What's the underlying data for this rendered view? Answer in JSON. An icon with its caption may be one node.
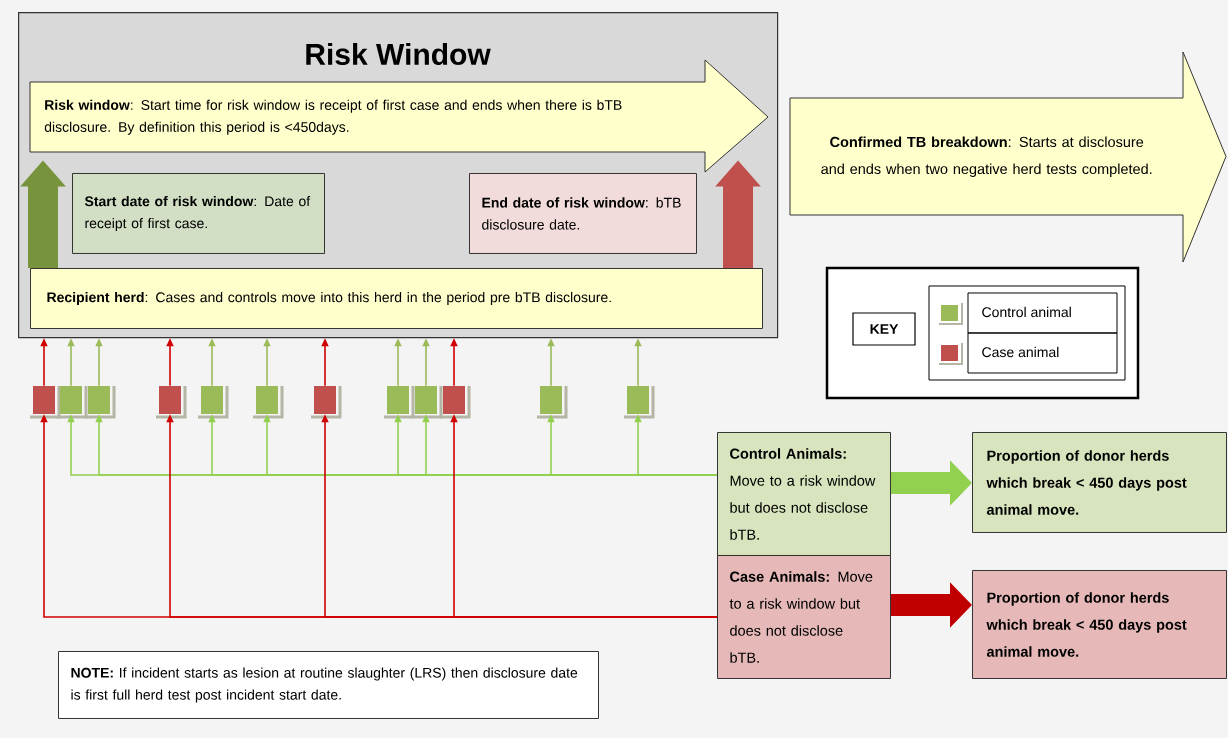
{
  "diagram": {
    "nodes": [
      {
        "text": [
          "Risk Window"
        ]
      },
      {
        "text": [
          "**Risk window**: Start time for risk window is receipt of first case and ends when there is bTB disclosure. By definition this period is <450days."
        ],
        "in": 0
      },
      {
        "text": [
          "**Start date of risk window**: Date of receipt of first case."
        ],
        "in": 0
      },
      {
        "text": [
          "**End date of risk window**: bTB disclosure date."
        ],
        "in": 0
      },
      {
        "text": [
          "**Recipient herd**: Cases and controls move into this herd in the period pre bTB disclosure."
        ],
        "in": 0
      },
      {
        "text": [
          "**Confirmed TB breakdown**: Starts at disclosure and ends when two negative herd tests completed."
        ]
      },
      {
        "text": [
          "**Control Animals:** Move to a risk window but does not disclose bTB."
        ]
      },
      {
        "text": [
          "**Case Animals:** Move to a risk window but does not disclose bTB."
        ]
      },
      {
        "text": [
          "Proportion of donor herds which break < 450 days post animal move."
        ]
      },
      {
        "text": [
          "Proportion of donor herds which break < 450 days post animal move."
        ]
      },
      {
        "text": [
          "**NOTE:** If incident starts as lesion at routine slaughter (LRS) then disclosure date is first full herd test post incident start date."
        ]
      },
      {
        "text": [],
        "shape": "box"
      },
      {
        "text": [],
        "shape": "box"
      },
      {
        "text": [],
        "shape": "box"
      },
      {
        "text": [],
        "shape": "box"
      },
      {
        "text": [],
        "shape": "box"
      },
      {
        "text": [],
        "shape": "box"
      },
      {
        "text": [],
        "shape": "box"
      },
      {
        "text": [],
        "shape": "box"
      },
      {
        "text": [],
        "shape": "box"
      },
      {
        "text": [],
        "shape": "box"
      },
      {
        "text": [],
        "shape": "box"
      },
      {
        "text": [],
        "shape": "box"
      }
    ],
    "edges": [
      {
        "from": 11,
        "to": 0,
        "arrow": "to",
        "color": "#d00000"
      },
      {
        "from": 12,
        "to": 0,
        "arrow": "to",
        "color": "#9bbb59"
      },
      {
        "from": 13,
        "to": 0,
        "arrow": "to",
        "color": "#9bbb59"
      },
      {
        "from": 14,
        "to": 0,
        "arrow": "to",
        "color": "#d00000"
      },
      {
        "from": 15,
        "to": 0,
        "arrow": "to",
        "color": "#9bbb59"
      },
      {
        "from": 16,
        "to": 0,
        "arrow": "to",
        "color": "#9bbb59"
      },
      {
        "from": 17,
        "to": 0,
        "arrow": "to",
        "color": "#d00000"
      },
      {
        "from": 18,
        "to": 0,
        "arrow": "to",
        "color": "#9bbb59"
      },
      {
        "from": 19,
        "to": 0,
        "arrow": "to",
        "color": "#9bbb59"
      },
      {
        "from": 20,
        "to": 0,
        "arrow": "to",
        "color": "#d00000"
      },
      {
        "from": 21,
        "to": 0,
        "arrow": "to",
        "color": "#9bbb59"
      },
      {
        "from": 22,
        "to": 0,
        "arrow": "to",
        "color": "#9bbb59"
      },
      {
        "from": 6,
        "to": 12,
        "arrow": "to",
        "color": "#92d050"
      },
      {
        "from": 6,
        "to": 13,
        "arrow": "to",
        "color": "#92d050"
      },
      {
        "from": 6,
        "to": 15,
        "arrow": "to",
        "color": "#92d050"
      },
      {
        "from": 6,
        "to": 16,
        "arrow": "to",
        "color": "#92d050"
      },
      {
        "from": 6,
        "to": 18,
        "arrow": "to",
        "color": "#92d050"
      },
      {
        "from": 6,
        "to": 19,
        "arrow": "to",
        "color": "#92d050"
      },
      {
        "from": 6,
        "to": 21,
        "arrow": "to",
        "color": "#92d050"
      },
      {
        "from": 6,
        "to": 22,
        "arrow": "to",
        "color": "#92d050"
      },
      {
        "from": 7,
        "to": 11,
        "arrow": "to",
        "color": "#d00000"
      },
      {
        "from": 7,
        "to": 14,
        "arrow": "to",
        "color": "#d00000"
      },
      {
        "from": 7,
        "to": 17,
        "arrow": "to",
        "color": "#d00000"
      },
      {
        "from": 7,
        "to": 20,
        "arrow": "to",
        "color": "#d00000"
      },
      {
        "from": 4,
        "to": 1,
        "arrow": "to",
        "style": "thick",
        "color": "#77933c"
      },
      {
        "from": 4,
        "to": 1,
        "arrow": "to",
        "style": "thick",
        "color": "#c0504d"
      },
      {
        "from": 6,
        "to": 8,
        "arrow": "to",
        "style": "thick",
        "color": "#92d050"
      },
      {
        "from": 7,
        "to": 9,
        "arrow": "to",
        "style": "thick",
        "color": "#c00000"
      }
    ],
    "labels": [
      "KEY"
    ],
    "legend": [
      {
        "text": "Control animal",
        "color": "#9bbb59"
      },
      {
        "text": "Case animal",
        "color": "#c0504d"
      }
    ]
  }
}
